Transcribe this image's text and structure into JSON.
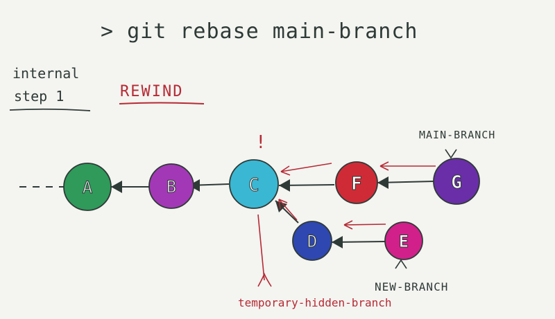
{
  "command": "> git rebase main-branch",
  "side_note": {
    "line1": "internal",
    "line2": "step 1"
  },
  "heading": "REWIND",
  "colors": {
    "ink": "#2e3a36",
    "accent": "#b52a33",
    "A": "#2f9a5a",
    "B": "#a338b6",
    "C": "#3ab7d3",
    "D": "#2f47b0",
    "E": "#d1208a",
    "F": "#cf2b37",
    "G": "#6a2ea8"
  },
  "commits": [
    {
      "id": "A",
      "label": "A"
    },
    {
      "id": "B",
      "label": "B"
    },
    {
      "id": "C",
      "label": "C"
    },
    {
      "id": "D",
      "label": "D"
    },
    {
      "id": "E",
      "label": "E"
    },
    {
      "id": "F",
      "label": "F"
    },
    {
      "id": "G",
      "label": "G"
    }
  ],
  "branch_labels": {
    "main": "MAIN-BRANCH",
    "new": "NEW-BRANCH",
    "temporary": "temporary-hidden-branch"
  },
  "marker": "!"
}
